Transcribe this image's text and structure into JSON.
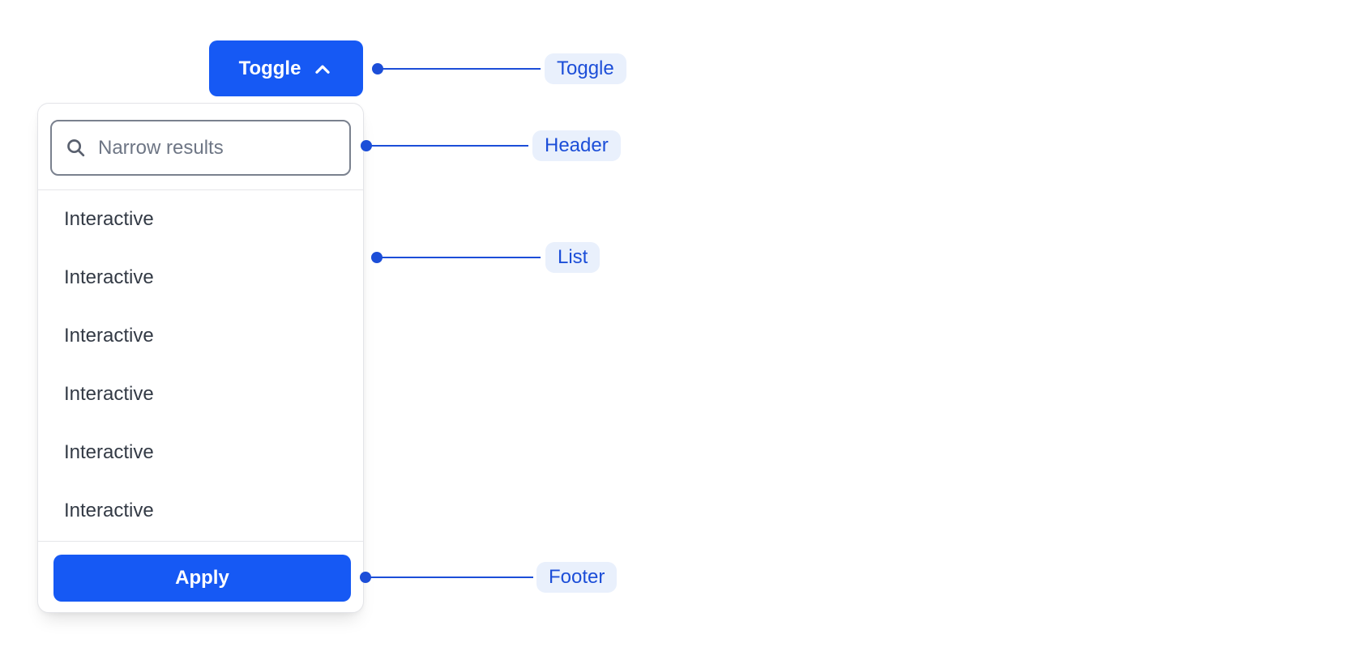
{
  "toggle_button": {
    "label": "Toggle",
    "icon": "chevron-up-icon"
  },
  "dropdown": {
    "header": {
      "icon": "search-icon",
      "search_placeholder": "Narrow results",
      "search_value": ""
    },
    "list": {
      "items": [
        "Interactive",
        "Interactive",
        "Interactive",
        "Interactive",
        "Interactive",
        "Interactive"
      ]
    },
    "footer": {
      "apply_label": "Apply"
    }
  },
  "annotations": [
    {
      "label": "Toggle"
    },
    {
      "label": "Header"
    },
    {
      "label": "List"
    },
    {
      "label": "Footer"
    }
  ],
  "colors": {
    "button_blue": "#1659F4",
    "annotation_blue": "#1C4ED8",
    "chip_bg": "#E9F0FC",
    "input_border": "#7A818E",
    "placeholder_gray": "#6E7685",
    "list_text": "#333A45",
    "divider_gray": "#E5E6E9",
    "panel_border": "#E3E4E8"
  }
}
